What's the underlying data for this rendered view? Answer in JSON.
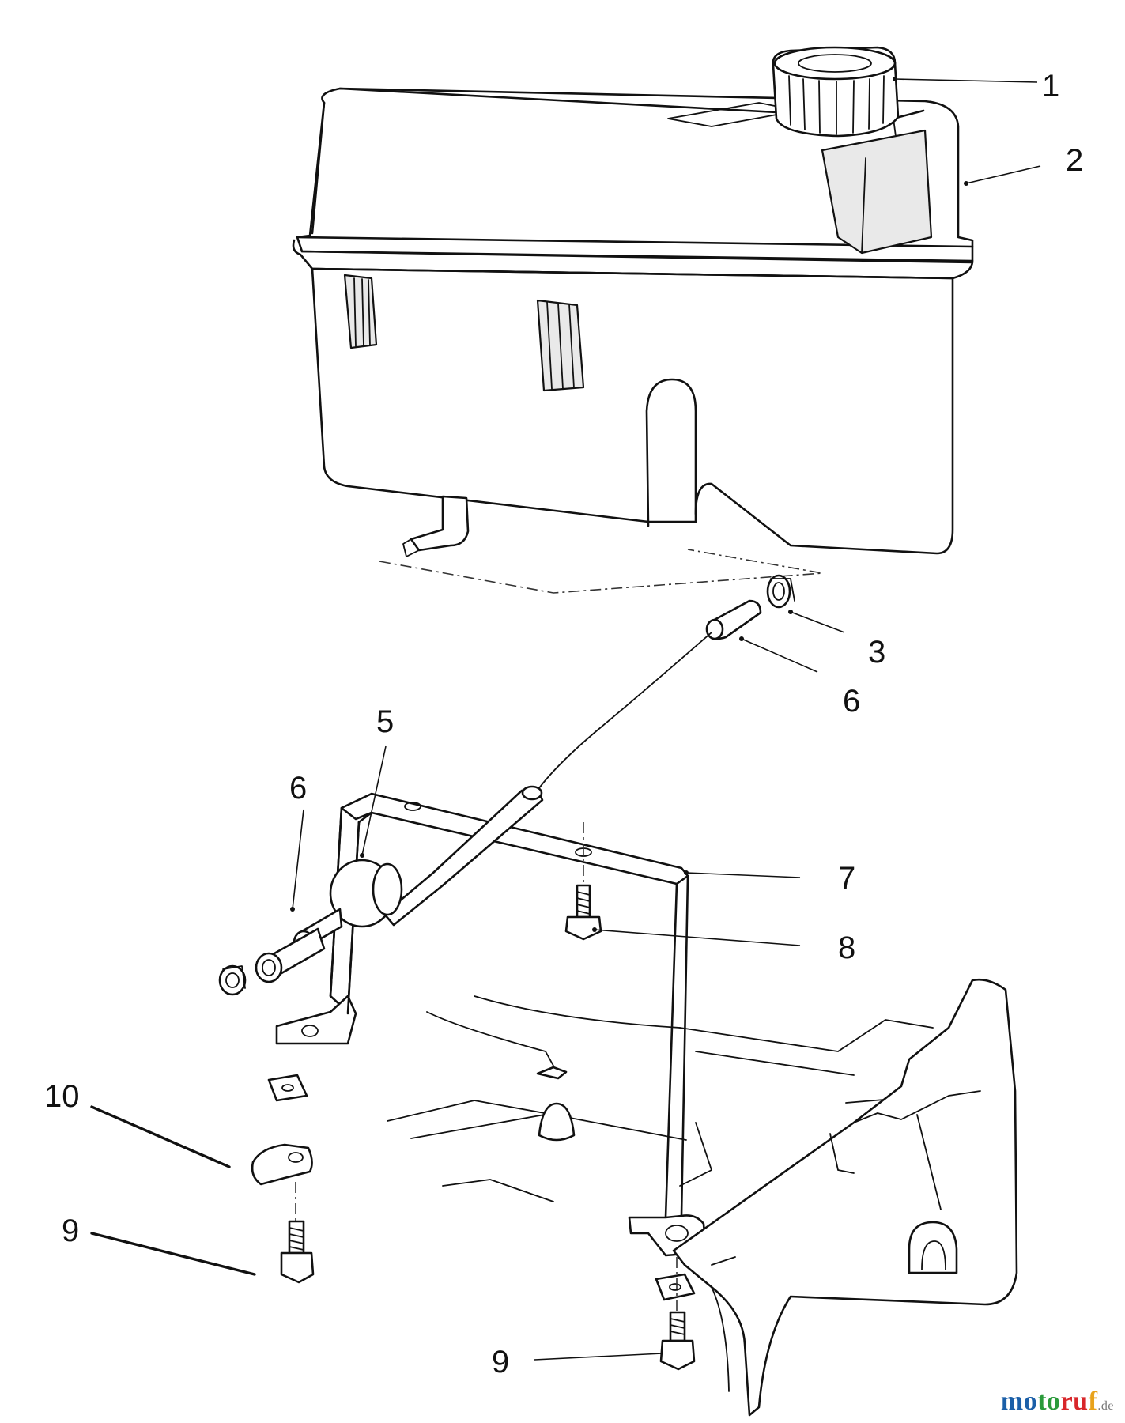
{
  "callouts": [
    {
      "id": "c1",
      "label": "1"
    },
    {
      "id": "c2",
      "label": "2"
    },
    {
      "id": "c3",
      "label": "3"
    },
    {
      "id": "c6a",
      "label": "6"
    },
    {
      "id": "c5",
      "label": "5"
    },
    {
      "id": "c6b",
      "label": "6"
    },
    {
      "id": "c7",
      "label": "7"
    },
    {
      "id": "c8",
      "label": "8"
    },
    {
      "id": "c10",
      "label": "10"
    },
    {
      "id": "c9a",
      "label": "9"
    },
    {
      "id": "c9b",
      "label": "9"
    }
  ],
  "watermark": {
    "m": "mo",
    "t": "to",
    "r": "ru",
    "f": "f",
    "tld": ".de"
  }
}
